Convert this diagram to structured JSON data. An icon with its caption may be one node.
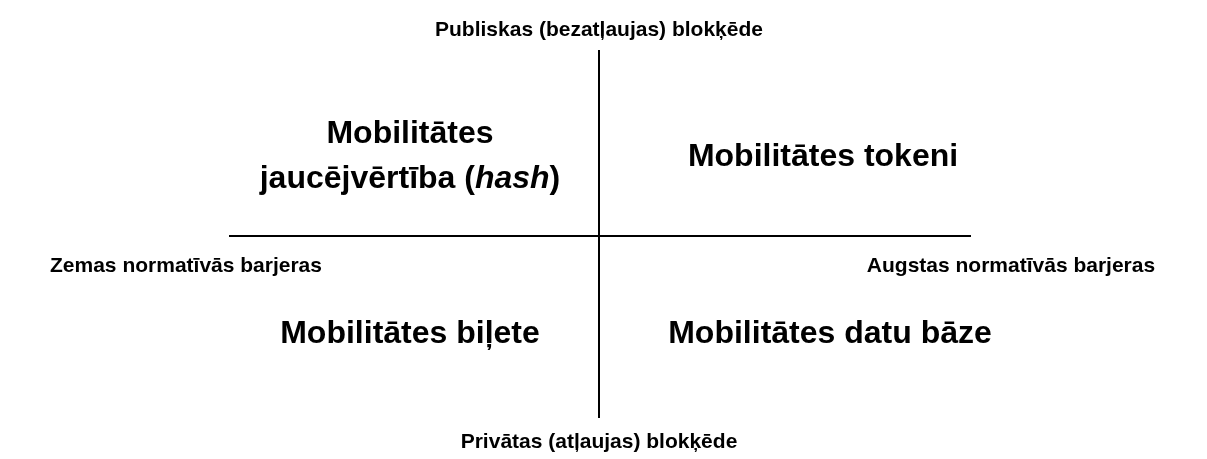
{
  "diagram": {
    "labels": [
      "Publiskas (bezatļaujas) blokķēde",
      "Mobilitātes jaucējvērtība (*hash*)",
      "Mobilitātes tokeni",
      "Zemas normatīvās barjeras",
      "Augstas normatīvās barjeras",
      "Mobilitātes biļete",
      "Mobilitātes datu bāze",
      "Privātas (atļaujas) blokķēde"
    ]
  }
}
